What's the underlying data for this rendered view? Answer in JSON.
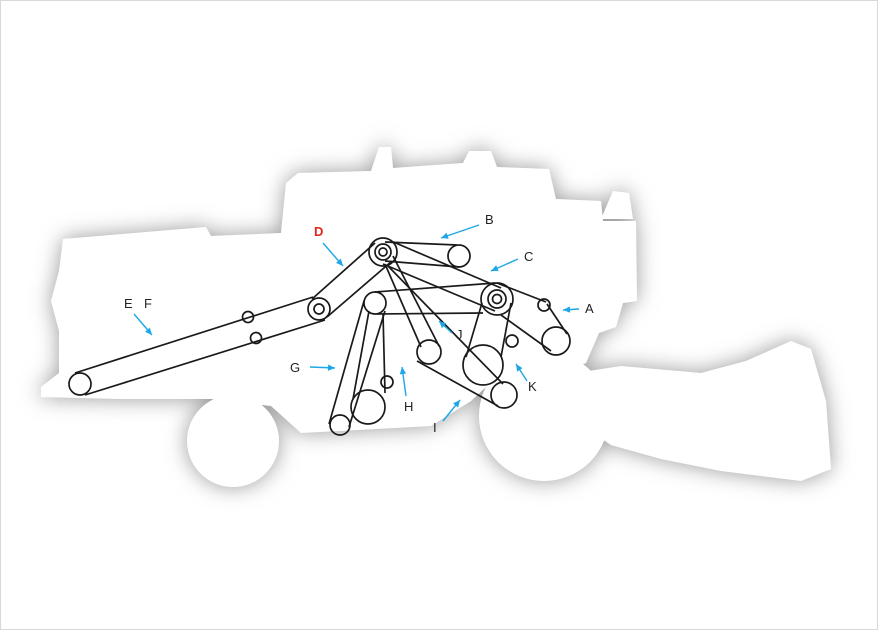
{
  "colors": {
    "background": "#ffffff",
    "shadow": "#9a9a9a",
    "silhouette": "#ffffff",
    "belt": "#1a1a1a",
    "arrow": "#1ea7e6",
    "label": "#222222",
    "highlight_label": "#e3261f"
  },
  "labels": {
    "A": "A",
    "B": "B",
    "C": "C",
    "D": "D",
    "E": "E",
    "F": "F",
    "G": "G",
    "H": "H",
    "I": "I",
    "J": "J",
    "K": "K"
  },
  "highlighted_label": "D"
}
